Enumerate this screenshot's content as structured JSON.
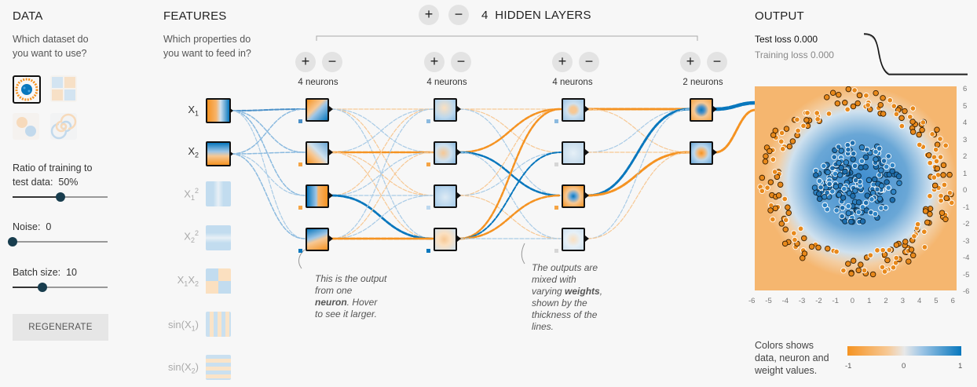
{
  "data_panel": {
    "title": "DATA",
    "question": [
      "Which dataset do",
      "you want to use?"
    ],
    "ratio_label": [
      "Ratio of training to",
      "test data:"
    ],
    "ratio_value": "50%",
    "ratio_fraction": 0.5,
    "noise_label": "Noise:",
    "noise_value": "0",
    "noise_fraction": 0.0,
    "batch_label": "Batch size:",
    "batch_value": "10",
    "batch_fraction": 0.31,
    "regenerate_label": "REGENERATE"
  },
  "features_panel": {
    "title": "FEATURES",
    "question": [
      "Which properties do",
      "you want to feed in?"
    ],
    "features": [
      {
        "base": "X",
        "sub": "1",
        "sup": ""
      },
      {
        "base": "X",
        "sub": "2",
        "sup": ""
      },
      {
        "base": "X",
        "sub": "1",
        "sup": "2"
      },
      {
        "base": "X",
        "sub": "2",
        "sup": "2"
      },
      {
        "base": "X",
        "sub": "1",
        "base2": "X",
        "sub2": "2"
      },
      {
        "base": "sin(X",
        "sub": "1",
        "tail": ")"
      },
      {
        "base": "sin(X",
        "sub": "2",
        "tail": ")"
      }
    ]
  },
  "network": {
    "plus": "+",
    "minus": "−",
    "layer_count": "4",
    "layers_title": "HIDDEN LAYERS",
    "layers": [
      {
        "neurons_label": "4 neurons"
      },
      {
        "neurons_label": "4 neurons"
      },
      {
        "neurons_label": "4 neurons"
      },
      {
        "neurons_label": "2 neurons"
      }
    ],
    "note1": [
      "This is the output",
      "from one",
      "neuron",
      ". Hover",
      "to see it larger."
    ],
    "note2": [
      "The outputs are",
      "mixed with",
      "varying ",
      "weights",
      ",",
      "shown by the",
      "thickness of the",
      "lines."
    ]
  },
  "output_panel": {
    "title": "OUTPUT",
    "test_loss_label": "Test loss",
    "test_loss_value": "0.000",
    "train_loss_label": "Training loss",
    "train_loss_value": "0.000",
    "axis_ticks": [
      "-6",
      "-5",
      "-4",
      "-3",
      "-2",
      "-1",
      "0",
      "1",
      "2",
      "3",
      "4",
      "5",
      "6"
    ],
    "colors_note": [
      "Colors shows",
      "data, neuron and",
      "weight values."
    ],
    "legend_ticks": [
      "-1",
      "0",
      "1"
    ]
  },
  "colors": {
    "orange": "#f59322",
    "blue": "#0877bd",
    "light_orange": "#f5b66f"
  }
}
